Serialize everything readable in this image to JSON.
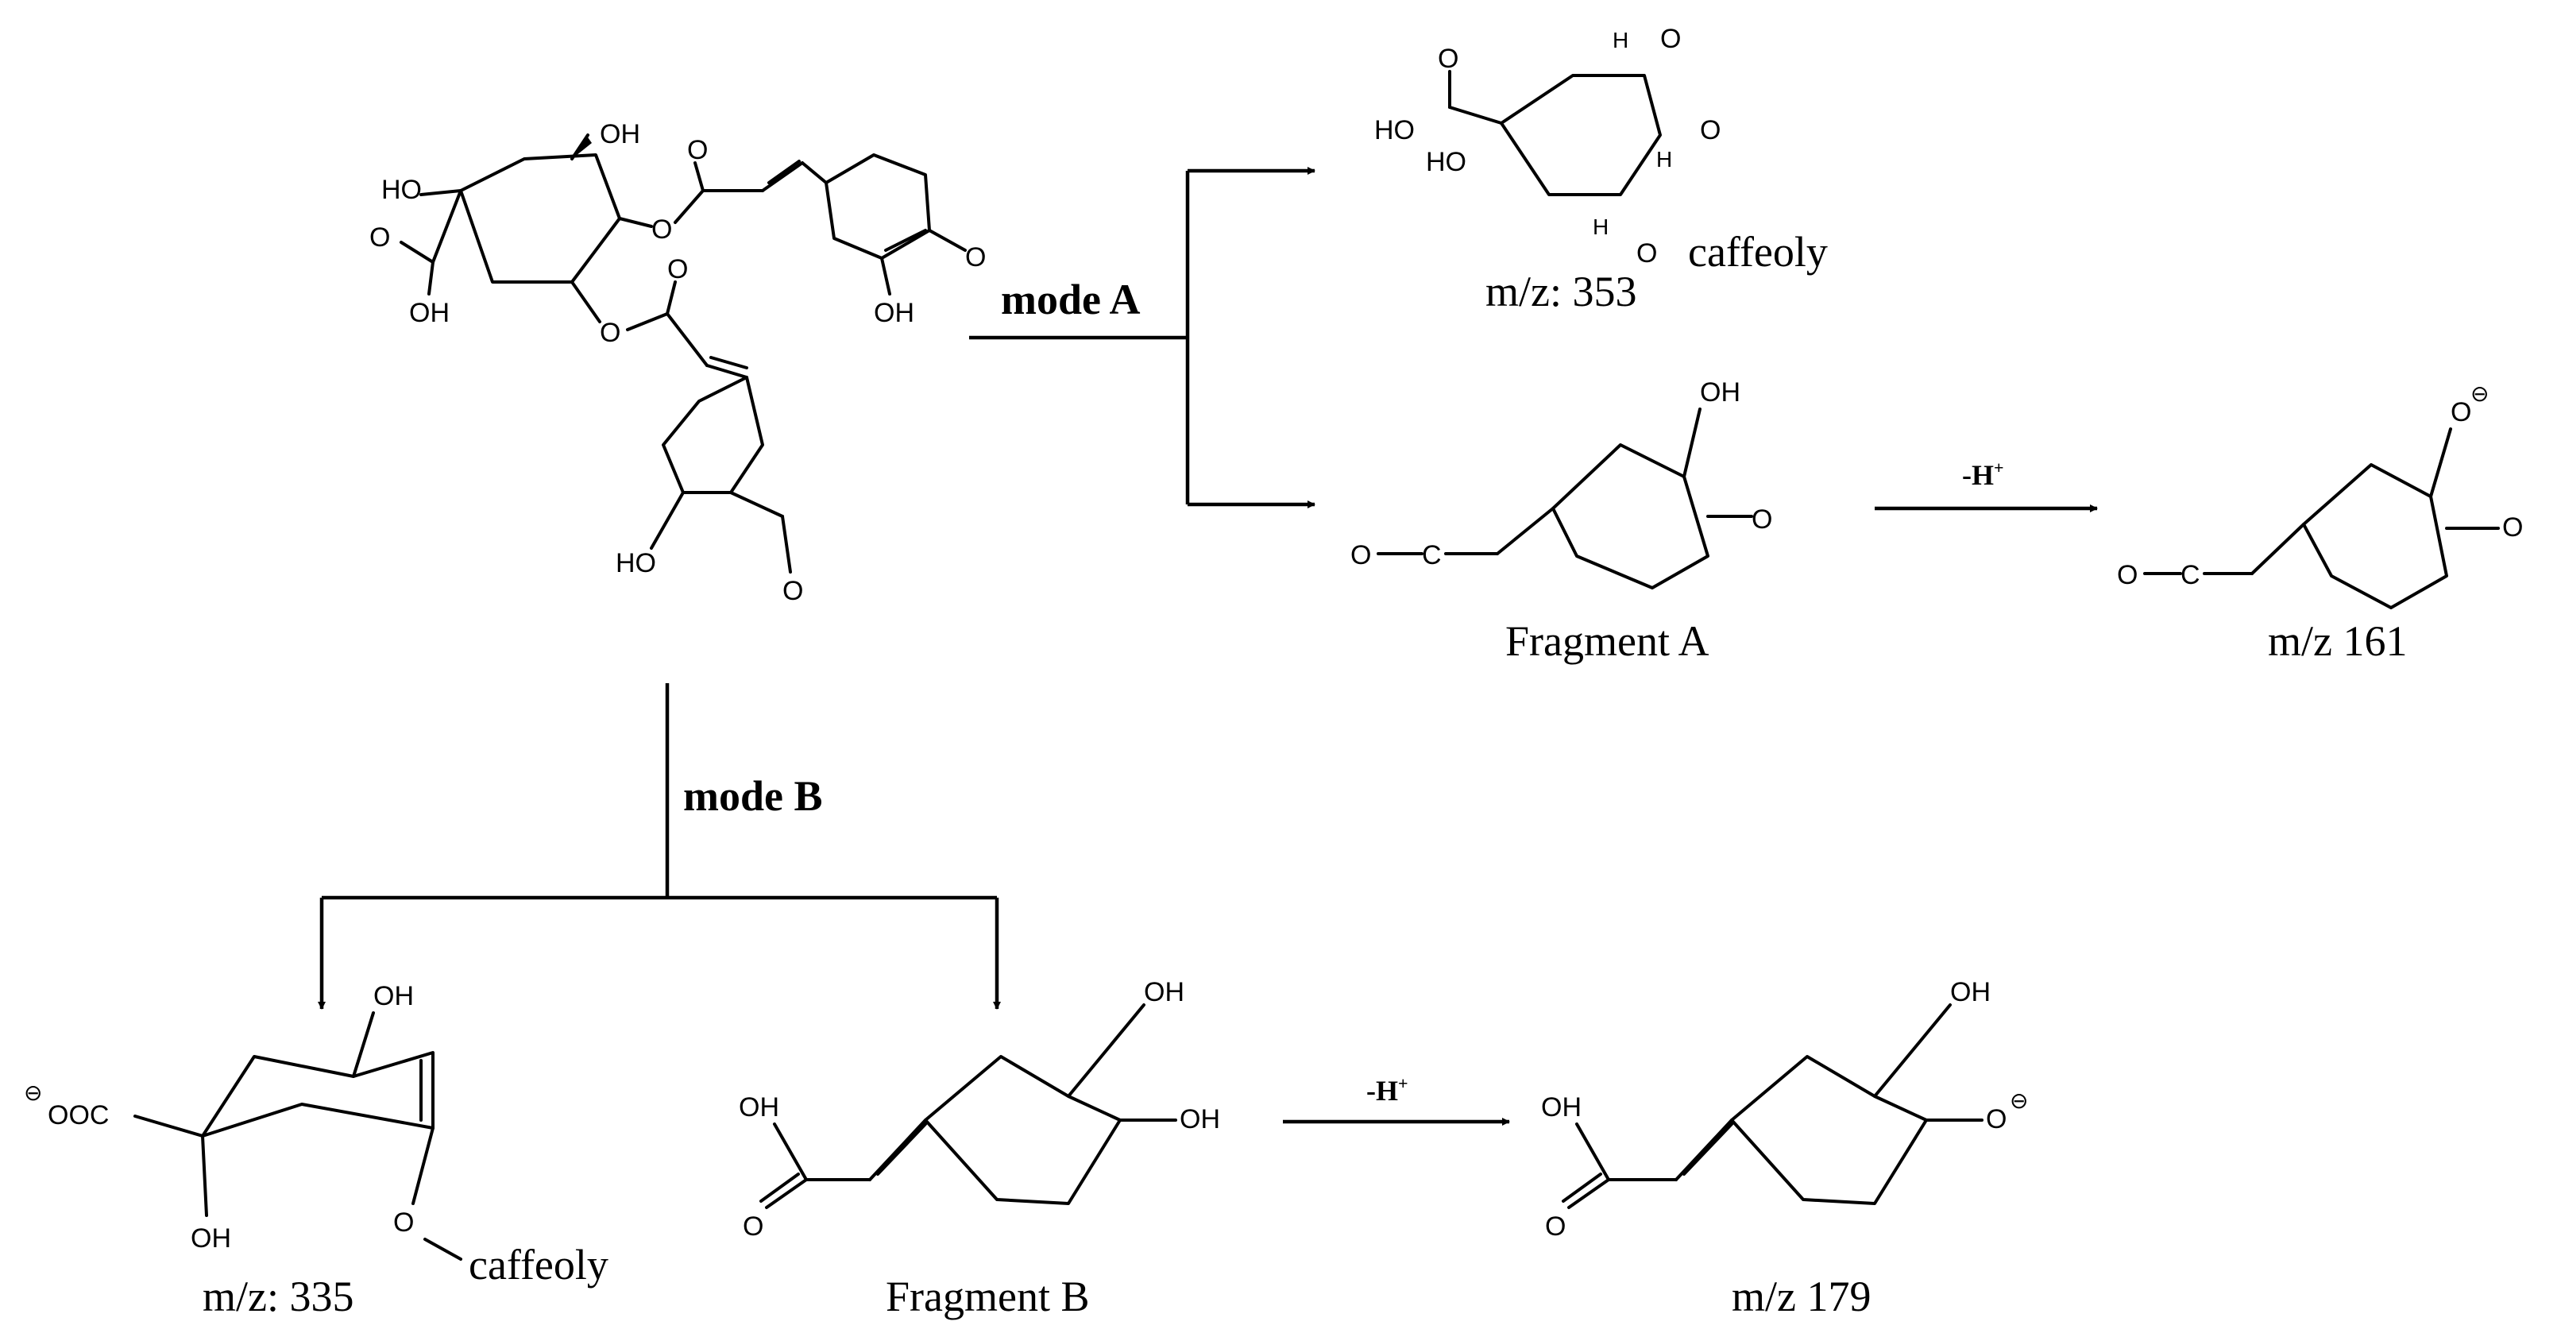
{
  "modes": {
    "a": "mode A",
    "b": "mode B"
  },
  "deprotonation_label": "-H",
  "charge_sup": "+",
  "captions": {
    "m353": "m/z: 353",
    "m161": "m/z 161",
    "fragment_a": "Fragment A",
    "m335": "m/z: 335",
    "fragment_b": "Fragment B",
    "m179": "m/z 179"
  },
  "atoms": {
    "oh": "OH",
    "ho": "HO",
    "o": "O",
    "h": "H",
    "c": "C",
    "ooc": "OOC",
    "caffeoly": "caffeoly",
    "neg": "⊖"
  }
}
